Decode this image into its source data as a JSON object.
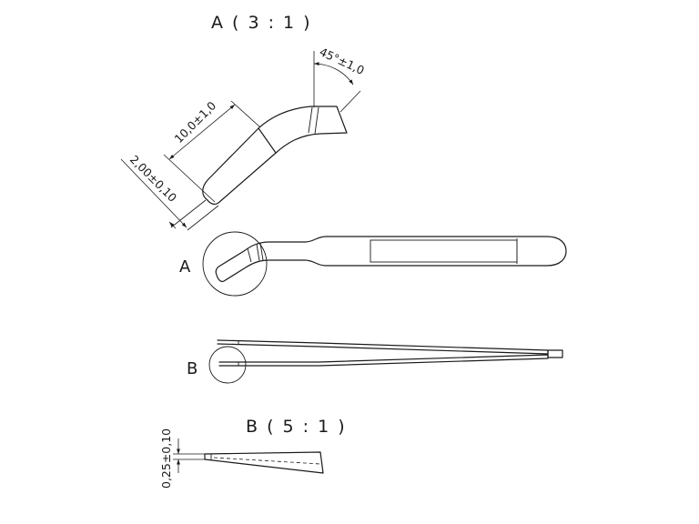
{
  "detail_a": {
    "title": "A ( 3 : 1 )",
    "label": "A",
    "dim_length": "10,0±1,0",
    "dim_width": "2,00±0,10",
    "dim_angle": "45°±1,0"
  },
  "detail_b": {
    "title": "B ( 5 : 1 )",
    "label": "B",
    "dim_thickness": "0,25±0,10"
  },
  "colors": {
    "line": "#1a1a1a",
    "background": "#ffffff"
  }
}
